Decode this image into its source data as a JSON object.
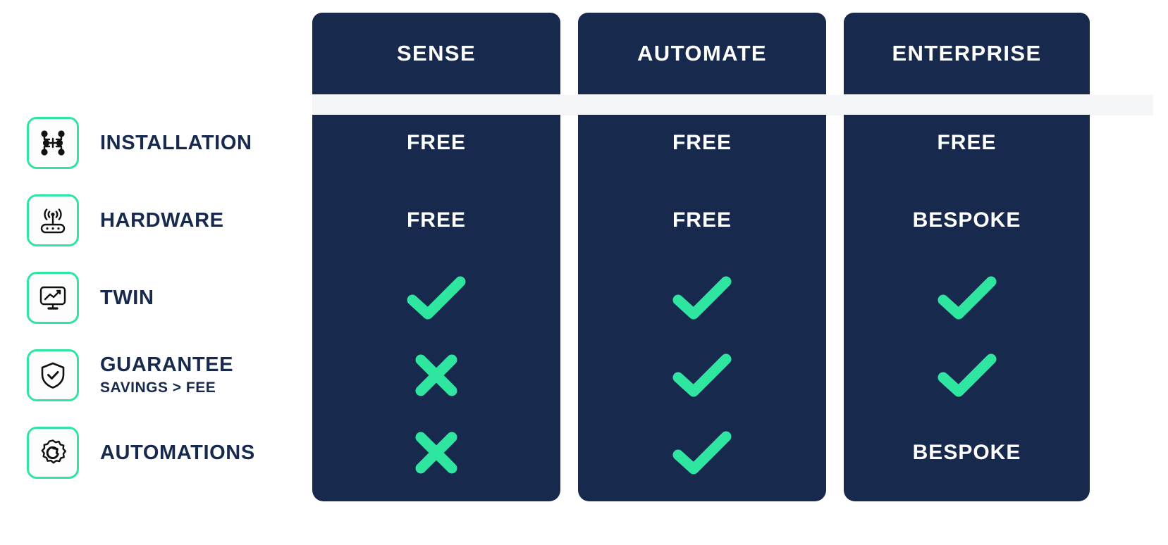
{
  "theme": {
    "navy": "#17294d",
    "green": "#2EE6A0",
    "white": "#ffffff",
    "band_gray": "#f5f6f7"
  },
  "columns": [
    {
      "id": "sense",
      "label": "SENSE"
    },
    {
      "id": "automate",
      "label": "AUTOMATE"
    },
    {
      "id": "enterprise",
      "label": "ENTERPRISE"
    }
  ],
  "features": [
    {
      "id": "installation",
      "title": "INSTALLATION",
      "subtitle": "",
      "icon": "network-nodes-icon"
    },
    {
      "id": "hardware",
      "title": "HARDWARE",
      "subtitle": "",
      "icon": "router-icon"
    },
    {
      "id": "twin",
      "title": "TWIN",
      "subtitle": "",
      "icon": "monitor-chart-icon"
    },
    {
      "id": "guarantee",
      "title": "GUARANTEE",
      "subtitle": "SAVINGS > FEE",
      "icon": "shield-check-icon"
    },
    {
      "id": "automations",
      "title": "AUTOMATIONS",
      "subtitle": "",
      "icon": "gear-refresh-icon"
    }
  ],
  "cells": {
    "installation": [
      {
        "type": "text",
        "value": "FREE"
      },
      {
        "type": "text",
        "value": "FREE"
      },
      {
        "type": "text",
        "value": "FREE"
      }
    ],
    "hardware": [
      {
        "type": "text",
        "value": "FREE"
      },
      {
        "type": "text",
        "value": "FREE"
      },
      {
        "type": "text",
        "value": "BESPOKE"
      }
    ],
    "twin": [
      {
        "type": "check",
        "value": "check-icon"
      },
      {
        "type": "check",
        "value": "check-icon"
      },
      {
        "type": "check",
        "value": "check-icon"
      }
    ],
    "guarantee": [
      {
        "type": "cross",
        "value": "cross-icon"
      },
      {
        "type": "check",
        "value": "check-icon"
      },
      {
        "type": "check",
        "value": "check-icon"
      }
    ],
    "automations": [
      {
        "type": "cross",
        "value": "cross-icon"
      },
      {
        "type": "check",
        "value": "check-icon"
      },
      {
        "type": "text",
        "value": "BESPOKE"
      }
    ]
  }
}
